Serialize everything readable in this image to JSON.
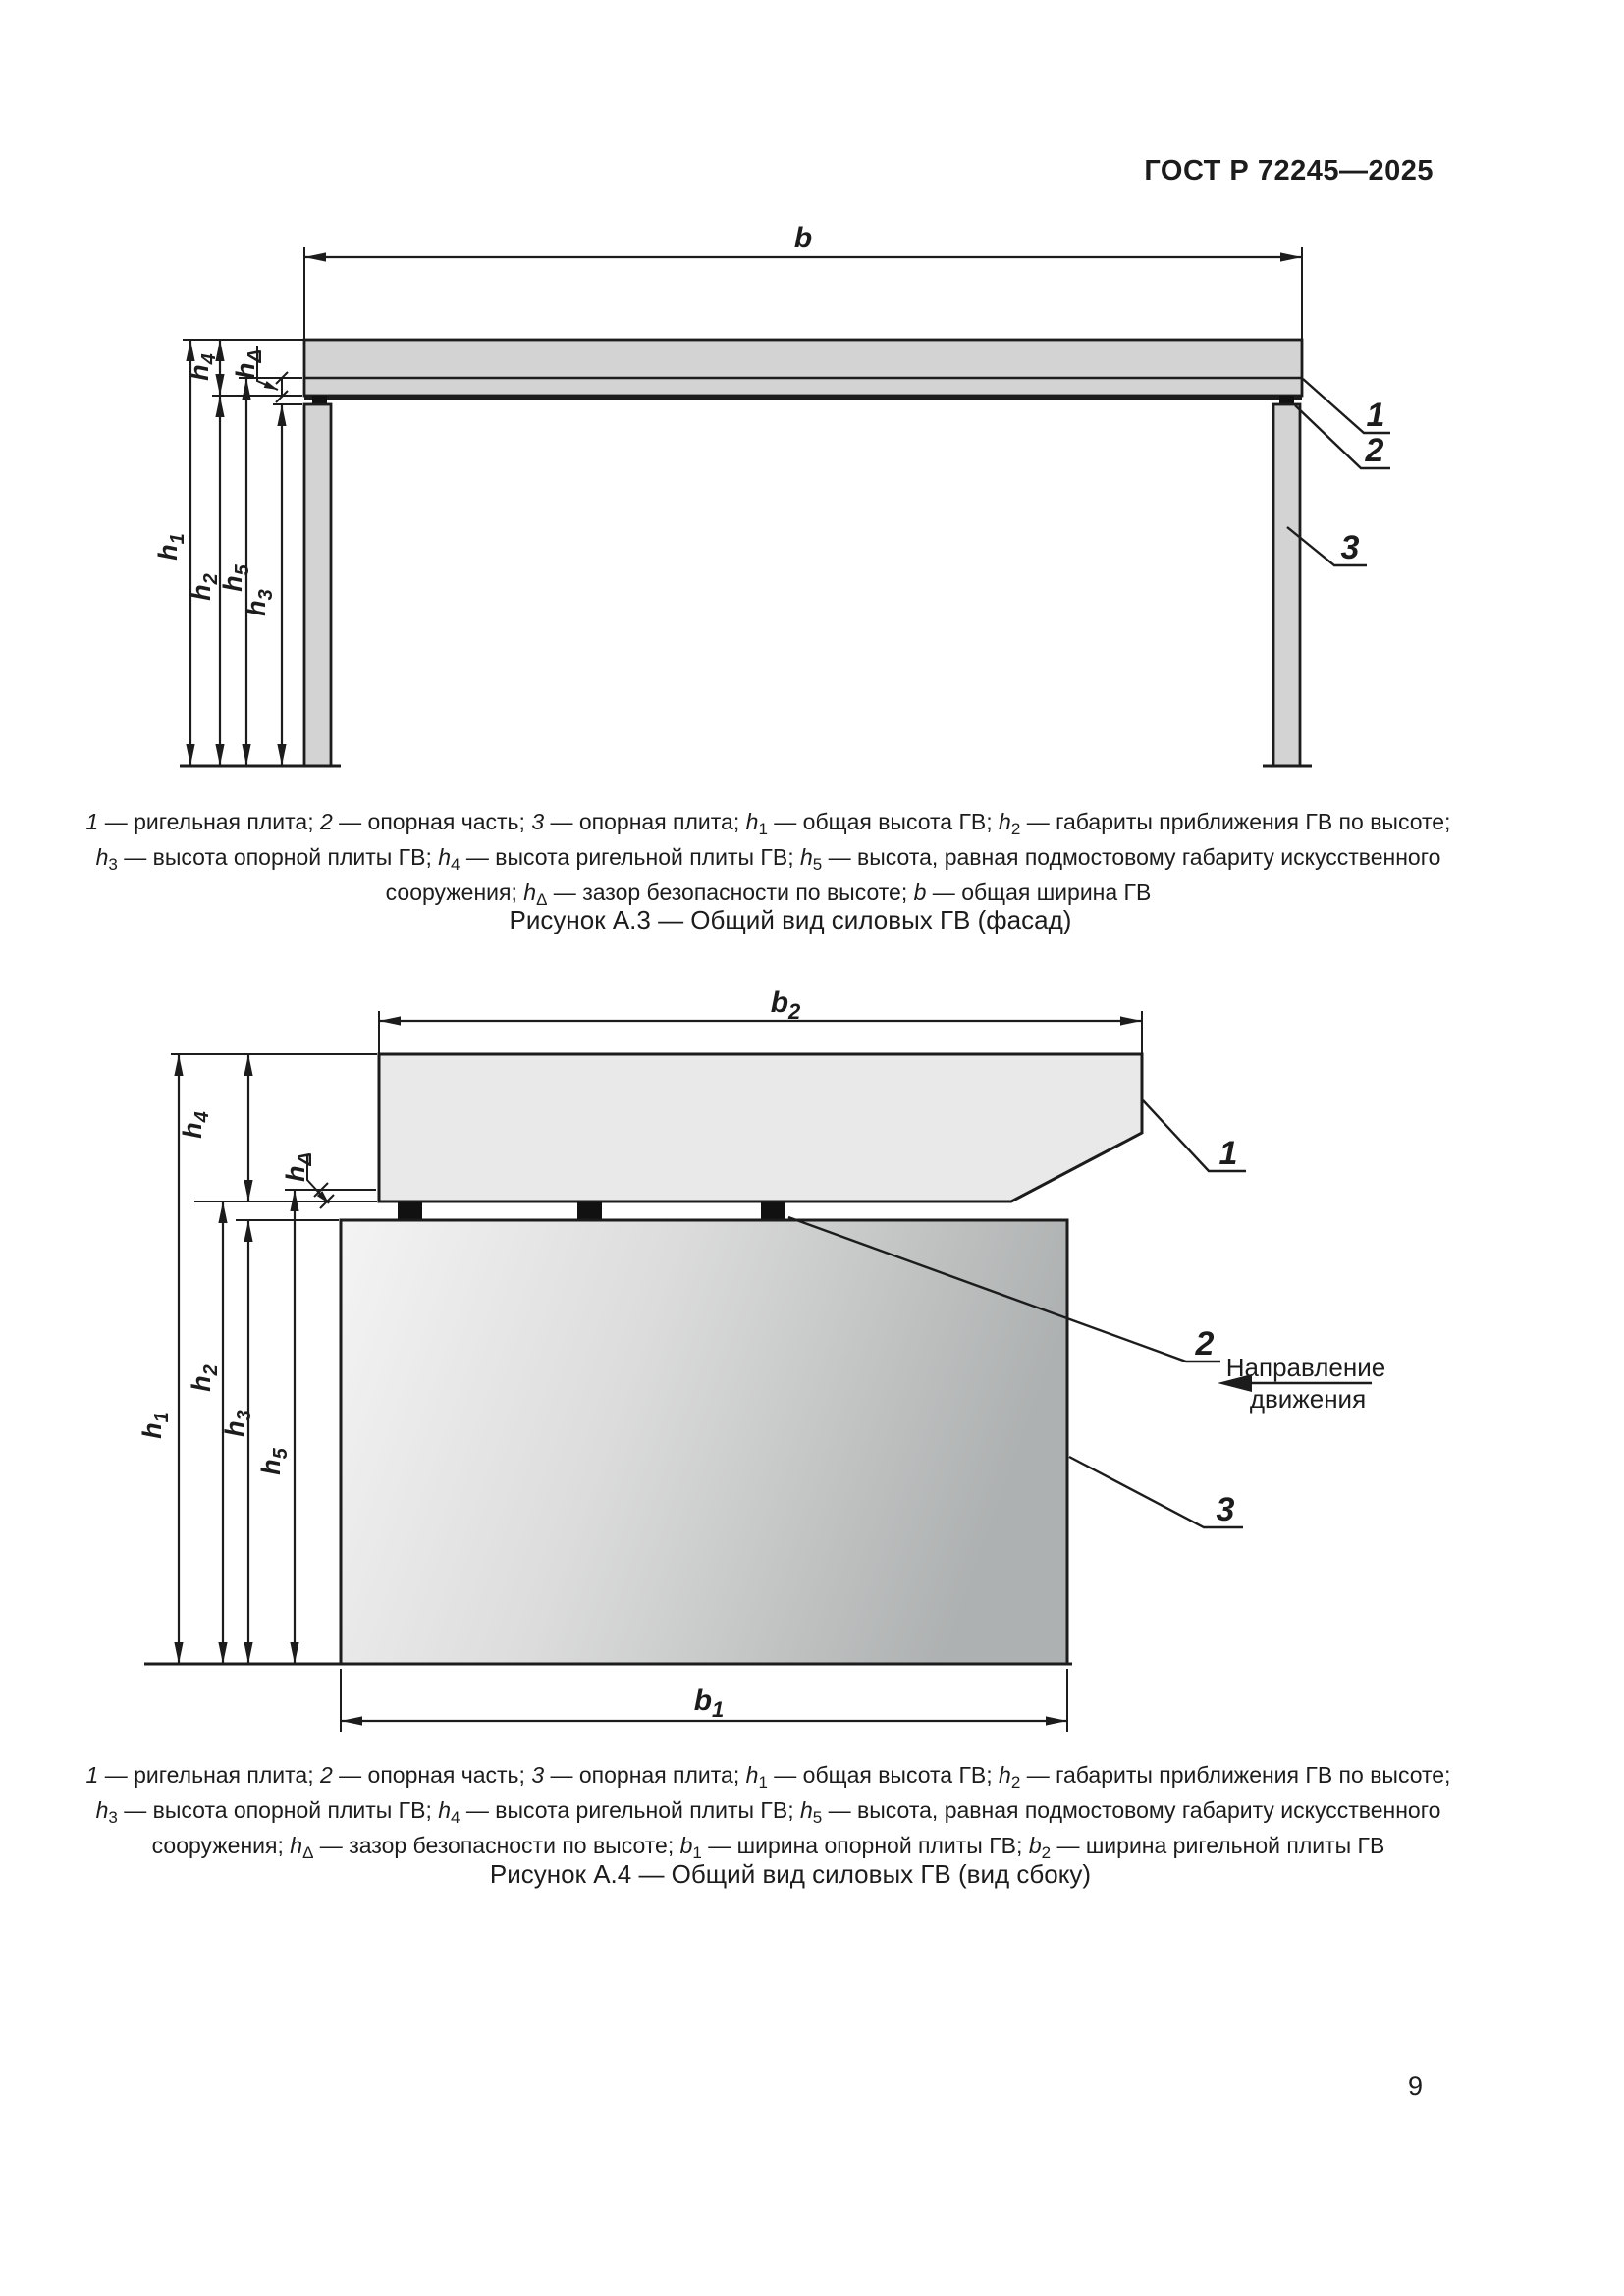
{
  "header": {
    "title": "ГОСТ Р 72245—2025"
  },
  "page_number": "9",
  "colors": {
    "line": "#1c1c1c",
    "pad": "#111111",
    "fill_mid": "#d3d3d3",
    "fill_slab": "#e9e9e9",
    "block_grad_start": "#f4f4f4",
    "block_grad_mid": "#dcdcdc",
    "block_grad_end": "#aeb1b1"
  },
  "symbols": {
    "b": {
      "main": "b",
      "sub": ""
    },
    "b1": {
      "main": "b",
      "sub": "1"
    },
    "b2": {
      "main": "b",
      "sub": "2"
    },
    "h1": {
      "main": "h",
      "sub": "1"
    },
    "h2": {
      "main": "h",
      "sub": "2"
    },
    "h3": {
      "main": "h",
      "sub": "3"
    },
    "h4": {
      "main": "h",
      "sub": "4"
    },
    "h5": {
      "main": "h",
      "sub": "5"
    },
    "hd": {
      "main": "h",
      "sub": "Δ"
    }
  },
  "leaders": {
    "n1": "1",
    "n2": "2",
    "n3": "3"
  },
  "direction": {
    "line1": "Направление",
    "line2": "движения"
  },
  "fig_a3": {
    "title": "Рисунок А.3 — Общий вид силовых ГВ (фасад)",
    "caption_lines": [
      [
        {
          "t": "1",
          "s": "i"
        },
        {
          "t": " — ригельная плита; "
        },
        {
          "t": "2",
          "s": "i"
        },
        {
          "t": " — опорная часть; "
        },
        {
          "t": "3",
          "s": "i"
        },
        {
          "t": " — опорная плита; "
        },
        {
          "t": "h",
          "s": "i"
        },
        {
          "t": "1",
          "s": "sub"
        },
        {
          "t": " — общая высота ГВ; "
        },
        {
          "t": "h",
          "s": "i"
        },
        {
          "t": "2",
          "s": "sub"
        },
        {
          "t": " — габариты приближения ГВ по высоте;"
        }
      ],
      [
        {
          "t": "h",
          "s": "i"
        },
        {
          "t": "3",
          "s": "sub"
        },
        {
          "t": " — высота опорной плиты ГВ; "
        },
        {
          "t": "h",
          "s": "i"
        },
        {
          "t": "4",
          "s": "sub"
        },
        {
          "t": " — высота ригельной плиты ГВ; "
        },
        {
          "t": "h",
          "s": "i"
        },
        {
          "t": "5",
          "s": "sub"
        },
        {
          "t": " — высота, равная подмостовому габариту искусственного"
        }
      ],
      [
        {
          "t": "сооружения; "
        },
        {
          "t": "h",
          "s": "i"
        },
        {
          "t": "Δ",
          "s": "sub"
        },
        {
          "t": " — зазор безопасности по высоте; "
        },
        {
          "t": "b",
          "s": "i"
        },
        {
          "t": " — общая ширина ГВ"
        }
      ]
    ]
  },
  "fig_a4": {
    "title": "Рисунок А.4 — Общий вид силовых ГВ (вид сбоку)",
    "caption_lines": [
      [
        {
          "t": "1",
          "s": "i"
        },
        {
          "t": " — ригельная плита; "
        },
        {
          "t": "2",
          "s": "i"
        },
        {
          "t": " — опорная часть; "
        },
        {
          "t": "3",
          "s": "i"
        },
        {
          "t": " — опорная плита; "
        },
        {
          "t": "h",
          "s": "i"
        },
        {
          "t": "1",
          "s": "sub"
        },
        {
          "t": " — общая высота ГВ; "
        },
        {
          "t": "h",
          "s": "i"
        },
        {
          "t": "2",
          "s": "sub"
        },
        {
          "t": " — габариты приближения ГВ по высоте;"
        }
      ],
      [
        {
          "t": "h",
          "s": "i"
        },
        {
          "t": "3",
          "s": "sub"
        },
        {
          "t": " — высота опорной плиты ГВ; "
        },
        {
          "t": "h",
          "s": "i"
        },
        {
          "t": "4",
          "s": "sub"
        },
        {
          "t": " — высота ригельной плиты ГВ; "
        },
        {
          "t": "h",
          "s": "i"
        },
        {
          "t": "5",
          "s": "sub"
        },
        {
          "t": " — высота, равная подмостовому габариту искусственного"
        }
      ],
      [
        {
          "t": "сооружения; "
        },
        {
          "t": "h",
          "s": "i"
        },
        {
          "t": "Δ",
          "s": "sub"
        },
        {
          "t": " — зазор безопасности по высоте; "
        },
        {
          "t": "b",
          "s": "i"
        },
        {
          "t": "1",
          "s": "sub"
        },
        {
          "t": " — ширина опорной плиты ГВ; "
        },
        {
          "t": "b",
          "s": "i"
        },
        {
          "t": "2",
          "s": "sub"
        },
        {
          "t": " — ширина ригельной плиты ГВ"
        }
      ]
    ]
  }
}
